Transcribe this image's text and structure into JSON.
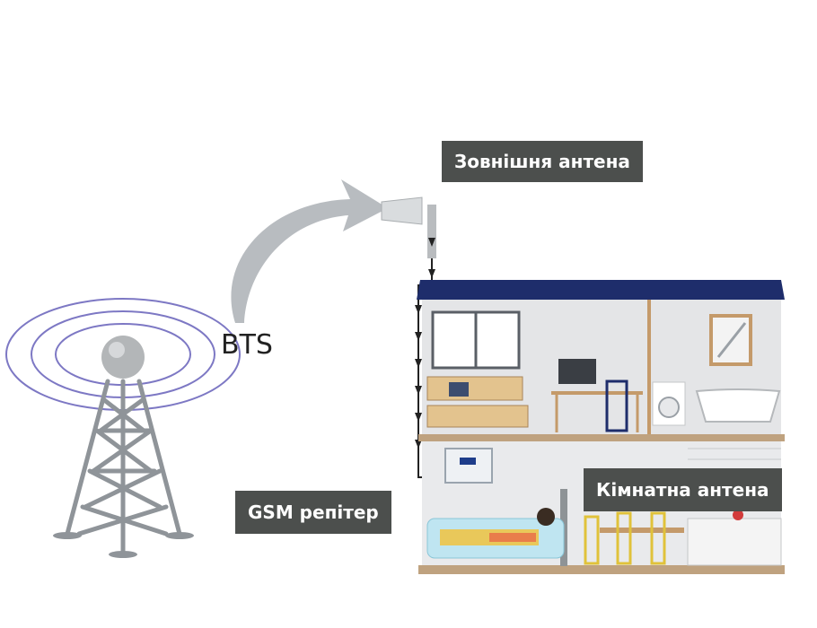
{
  "labels": {
    "bts": "BTS",
    "outdoor_antenna": "Зовнішня антена",
    "indoor_antenna": "Кімнатна антена",
    "repeater": "GSM репітер"
  },
  "colors": {
    "callout_bg": "#4c4f4d",
    "signal_rings": "#7d78c4",
    "roof": "#1e2d6b",
    "arrow": "#b8bcc0",
    "cable": "#222222"
  }
}
